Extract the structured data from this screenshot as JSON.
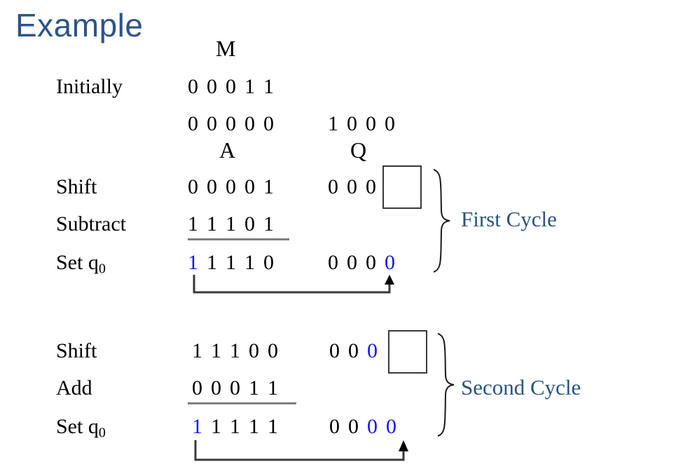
{
  "slide": {
    "title": "Example",
    "title_color": "#2d5586",
    "background": "#ffffff",
    "highlight_color": "#1414ff",
    "cycle_label_color": "#2a5480"
  },
  "columns": {
    "m_header": "M",
    "a_header": "A",
    "q_header": "Q"
  },
  "initial": {
    "label": "Initially",
    "m_bits": [
      "0",
      "0",
      "0",
      "1",
      "1"
    ],
    "a_bits": [
      "0",
      "0",
      "0",
      "0",
      "0"
    ],
    "q_bits": [
      "1",
      "0",
      "0",
      "0"
    ]
  },
  "first_cycle": {
    "name": "First Cycle",
    "rows": [
      {
        "label": "Shift",
        "a_bits": [
          "0",
          "0",
          "0",
          "0",
          "1"
        ],
        "a_blue": [],
        "q_bits": [
          "0",
          "0",
          "0"
        ],
        "q_blue": [],
        "has_box": true
      },
      {
        "label": "Subtract",
        "a_bits": [
          "1",
          "1",
          "1",
          "0",
          "1"
        ],
        "a_blue": [],
        "q_bits": [],
        "q_blue": [],
        "has_box": false
      },
      {
        "label": "Set q",
        "label_sub": "0",
        "a_bits": [
          "1",
          "1",
          "1",
          "1",
          "0"
        ],
        "a_blue": [
          0
        ],
        "q_bits": [
          "0",
          "0",
          "0",
          "0"
        ],
        "q_blue": [
          3
        ],
        "has_box": false
      }
    ]
  },
  "second_cycle": {
    "name": "Second Cycle",
    "rows": [
      {
        "label": "Shift",
        "a_bits": [
          "1",
          "1",
          "1",
          "0",
          "0"
        ],
        "a_blue": [],
        "q_bits": [
          "0",
          "0",
          "0"
        ],
        "q_blue": [
          2
        ],
        "has_box": true
      },
      {
        "label": "Add",
        "a_bits": [
          "0",
          "0",
          "0",
          "1",
          "1"
        ],
        "a_blue": [],
        "q_bits": [],
        "q_blue": [],
        "has_box": false
      },
      {
        "label": "Set q",
        "label_sub": "0",
        "a_bits": [
          "1",
          "1",
          "1",
          "1",
          "1"
        ],
        "a_blue": [
          0
        ],
        "q_bits": [
          "0",
          "0",
          "0",
          "0"
        ],
        "q_blue": [
          2,
          3
        ],
        "has_box": false
      }
    ]
  }
}
